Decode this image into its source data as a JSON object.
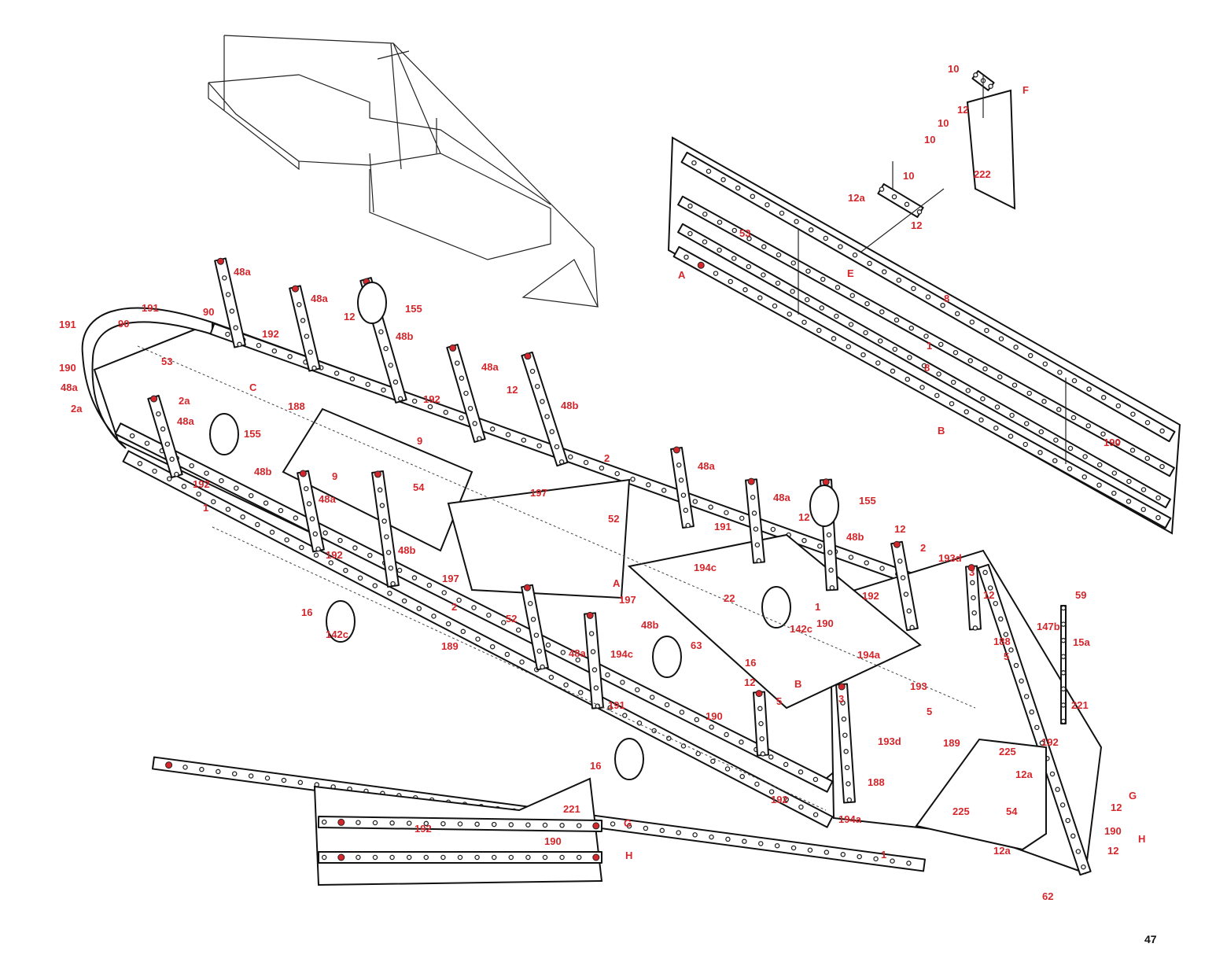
{
  "page_number": "47",
  "labels": [
    "10",
    "F",
    "12",
    "10",
    "10",
    "222",
    "10",
    "12a",
    "12",
    "53",
    "A",
    "E",
    "8",
    "1",
    "8",
    "B",
    "190",
    "48a",
    "48a",
    "155",
    "12",
    "48b",
    "191",
    "90",
    "191",
    "90",
    "192",
    "190",
    "53",
    "C",
    "48a",
    "2a",
    "2a",
    "48a",
    "155",
    "192",
    "48a",
    "12",
    "48b",
    "188",
    "9",
    "54",
    "9",
    "48b",
    "192",
    "48a",
    "1",
    "2",
    "197",
    "48a",
    "48a",
    "155",
    "12",
    "191",
    "52",
    "48b",
    "192",
    "197",
    "A",
    "194c",
    "48b",
    "12",
    "2",
    "193d",
    "3",
    "12",
    "59",
    "197",
    "22",
    "1",
    "192",
    "142c",
    "190",
    "16",
    "142c",
    "2",
    "52",
    "48b",
    "147b",
    "15a",
    "189",
    "48a",
    "194c",
    "63",
    "16",
    "B",
    "194a",
    "188",
    "5",
    "12",
    "5",
    "3",
    "193",
    "191",
    "190",
    "5",
    "193d",
    "189",
    "192",
    "221",
    "225",
    "16",
    "12a",
    "188",
    "G",
    "12",
    "192",
    "194a",
    "225",
    "54",
    "190",
    "H",
    "12",
    "12a",
    "62",
    "221",
    "G",
    "192",
    "190",
    "H",
    "1"
  ],
  "colors": {
    "label": "#d4262b",
    "line": "#111111"
  }
}
